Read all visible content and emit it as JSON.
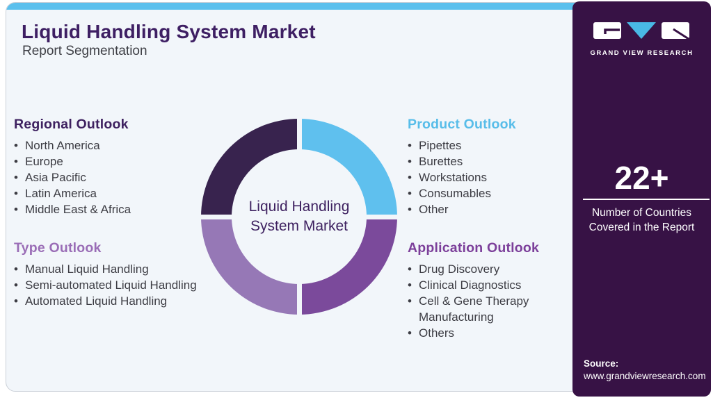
{
  "page": {
    "title": "Liquid Handling System Market",
    "subtitle": "Report Segmentation"
  },
  "colors": {
    "accent_blue": "#5bc0ed",
    "sidebar_purple": "#371245",
    "card_bg": "#f2f6fa",
    "title_purple": "#3e1f63"
  },
  "donut": {
    "center_line1": "Liquid Handling",
    "center_line2": "System Market",
    "segments": [
      {
        "name": "Regional Outlook",
        "color": "#38234e"
      },
      {
        "name": "Product Outlook",
        "color": "#5fc0ee"
      },
      {
        "name": "Application Outlook",
        "color": "#7b4a9b"
      },
      {
        "name": "Type Outlook",
        "color": "#9678b6"
      }
    ]
  },
  "sections": {
    "regional": {
      "heading": "Regional Outlook",
      "color": "#3e2160",
      "items": [
        "North America",
        "Europe",
        "Asia Pacific",
        "Latin America",
        "Middle East & Africa"
      ]
    },
    "type": {
      "heading": "Type Outlook",
      "color": "#9a6db6",
      "items": [
        "Manual Liquid Handling",
        "Semi-automated Liquid Handling",
        "Automated Liquid Handling"
      ]
    },
    "product": {
      "heading": "Product Outlook",
      "color": "#58bde9",
      "items": [
        "Pipettes",
        "Burettes",
        "Workstations",
        "Consumables",
        "Other"
      ]
    },
    "application": {
      "heading": "Application Outlook",
      "color": "#7c3f9a",
      "items": [
        "Drug Discovery",
        "Clinical Diagnostics",
        "Cell & Gene Therapy Manufacturing",
        "Others"
      ]
    }
  },
  "sidebar": {
    "logo_text": "GRAND VIEW RESEARCH",
    "stat_value": "22+",
    "stat_caption": "Number of Countries Covered in the Report",
    "source_label": "Source:",
    "source_url": "www.grandviewresearch.com"
  }
}
